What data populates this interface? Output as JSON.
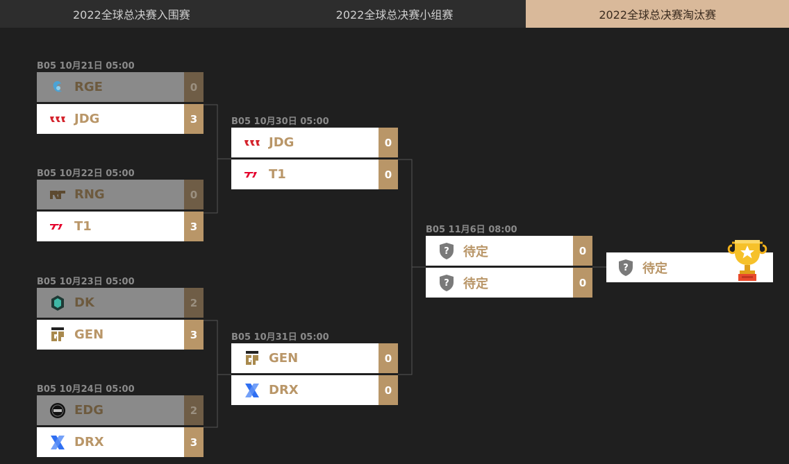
{
  "tabs": [
    "2022全球总决赛入围赛",
    "2022全球总决赛小组赛",
    "2022全球总决赛淘汰赛"
  ],
  "active_tab": 2,
  "matches": {
    "qf1": {
      "header": "B05 10月21日 05:00",
      "team_a": {
        "name": "RGE",
        "score": "0",
        "logo": "rge-logo"
      },
      "team_b": {
        "name": "JDG",
        "score": "3",
        "logo": "jdg-logo"
      }
    },
    "qf2": {
      "header": "B05 10月22日 05:00",
      "team_a": {
        "name": "RNG",
        "score": "0",
        "logo": "rng-logo"
      },
      "team_b": {
        "name": "T1",
        "score": "3",
        "logo": "t1-logo"
      }
    },
    "qf3": {
      "header": "B05 10月23日 05:00",
      "team_a": {
        "name": "DK",
        "score": "2",
        "logo": "dk-logo"
      },
      "team_b": {
        "name": "GEN",
        "score": "3",
        "logo": "gen-logo"
      }
    },
    "qf4": {
      "header": "B05 10月24日 05:00",
      "team_a": {
        "name": "EDG",
        "score": "2",
        "logo": "edg-logo"
      },
      "team_b": {
        "name": "DRX",
        "score": "3",
        "logo": "drx-logo"
      }
    },
    "sf1": {
      "header": "B05 10月30日 05:00",
      "team_a": {
        "name": "JDG",
        "score": "0",
        "logo": "jdg-logo"
      },
      "team_b": {
        "name": "T1",
        "score": "0",
        "logo": "t1-logo"
      }
    },
    "sf2": {
      "header": "B05 10月31日 05:00",
      "team_a": {
        "name": "GEN",
        "score": "0",
        "logo": "gen-logo"
      },
      "team_b": {
        "name": "DRX",
        "score": "0",
        "logo": "drx-logo"
      }
    },
    "final": {
      "header": "B05 11月6日 08:00",
      "team_a": {
        "name": "待定",
        "score": "0",
        "logo": "unknown-team-shield-icon"
      },
      "team_b": {
        "name": "待定",
        "score": "0",
        "logo": "unknown-team-shield-icon"
      }
    }
  },
  "champion": {
    "name": "待定",
    "logo": "unknown-team-shield-icon",
    "trophy": "trophy-icon"
  },
  "colors": {
    "background": "#1f1f1f",
    "accent": "#b99668",
    "active_tab": "#d9b99a",
    "loser_row": "#8a8a8a"
  }
}
